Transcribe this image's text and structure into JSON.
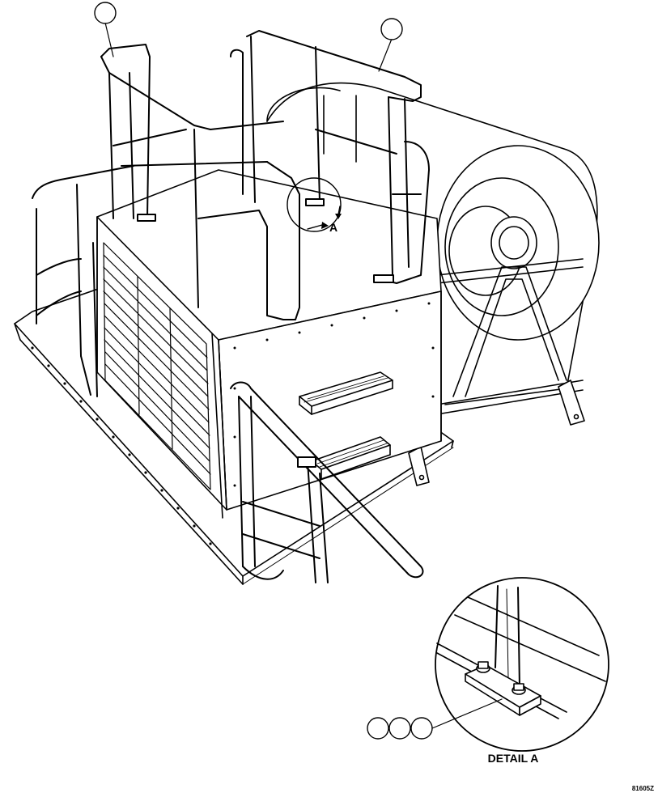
{
  "figure": {
    "view_label": "A",
    "detail_caption": "DETAIL A",
    "figure_number": "81605Z",
    "callouts": [
      {
        "id": "callout-1",
        "text": ""
      },
      {
        "id": "callout-2",
        "text": ""
      },
      {
        "id": "callout-3",
        "text": ""
      },
      {
        "id": "callout-4",
        "text": ""
      },
      {
        "id": "callout-5",
        "text": ""
      }
    ]
  }
}
